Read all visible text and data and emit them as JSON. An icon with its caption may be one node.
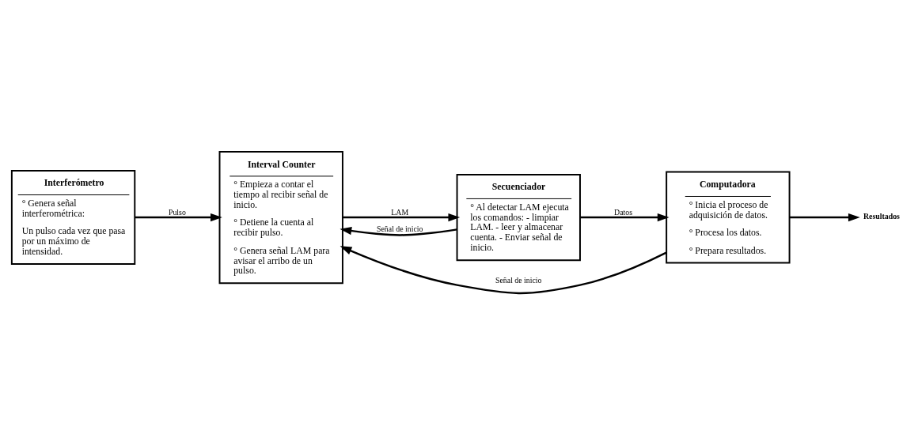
{
  "diagram": {
    "nodes": [
      {
        "text": [
          "Interferómetro",
          "° Genera señal interferométrica:",
          "Un pulso cada vez que pasa por un máximo de intensidad."
        ]
      },
      {
        "text": [
          "Interval Counter",
          "° Empieza a contar el tiempo al recibir señal de inicio.",
          "° Detiene la cuenta al recibir pulso.",
          "° Genera señal LAM para avisar el arribo de un pulso."
        ]
      },
      {
        "text": [
          "Secuenciador",
          "° Al detectar LAM ejecuta los comandos: - limpiar LAM. - leer y almacenar cuenta. - Enviar señal de inicio."
        ]
      },
      {
        "text": [
          "Computadora",
          "° Inicia el proceso de adquisición de datos.",
          "° Procesa los datos.",
          "° Prepara resultados."
        ]
      },
      {
        "text": [
          "Resultados"
        ]
      }
    ],
    "edges": [
      {
        "from": 0,
        "to": 1,
        "arrow": "to",
        "label": "Pulso"
      },
      {
        "from": 1,
        "to": 2,
        "arrow": "to",
        "label": "LAM"
      },
      {
        "from": 2,
        "to": 3,
        "arrow": "to",
        "label": "Datos"
      },
      {
        "from": 2,
        "to": 1,
        "arrow": "to",
        "label": "Señal de inicio"
      },
      {
        "from": 3,
        "to": 1,
        "arrow": "to",
        "label": "Señal de inicio"
      },
      {
        "from": 3,
        "to": 4,
        "arrow": "to"
      }
    ]
  }
}
